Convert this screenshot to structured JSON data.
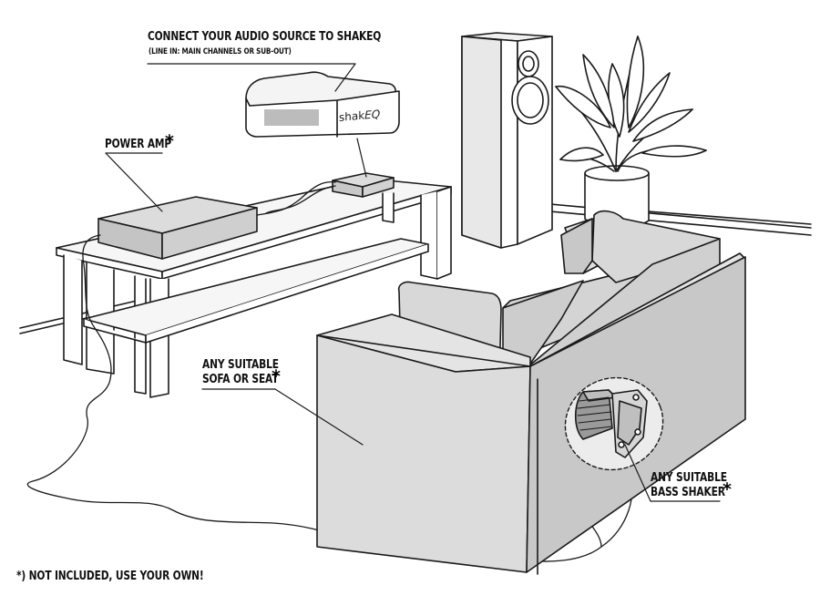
{
  "labels": {
    "connect_title": "CONNECT YOUR AUDIO SOURCE TO SHAKEQ",
    "connect_sub": "(LINE IN: MAIN CHANNELS OR SUB-OUT)",
    "power_amp": "POWER AMP",
    "sofa_line1": "ANY SUITABLE",
    "sofa_line2": "SOFA OR SEAT",
    "shaker_line1": "ANY SUITABLE",
    "shaker_line2": "BASS SHAKER",
    "asterisk": "*",
    "footnote": "*) NOT INCLUDED, USE YOUR OWN!",
    "brand_prefix": "shak",
    "brand_suffix": "EQ"
  },
  "colors": {
    "stroke": "#1a1a1a",
    "fill_light": "#f2f2f2",
    "fill_mid": "#d9d9d9",
    "fill_dark": "#bdbdbd",
    "background": "#ffffff"
  },
  "icons": [
    "speaker-tower-icon",
    "plant-icon",
    "bass-shaker-icon",
    "power-amp-icon",
    "shakeq-device-icon"
  ]
}
